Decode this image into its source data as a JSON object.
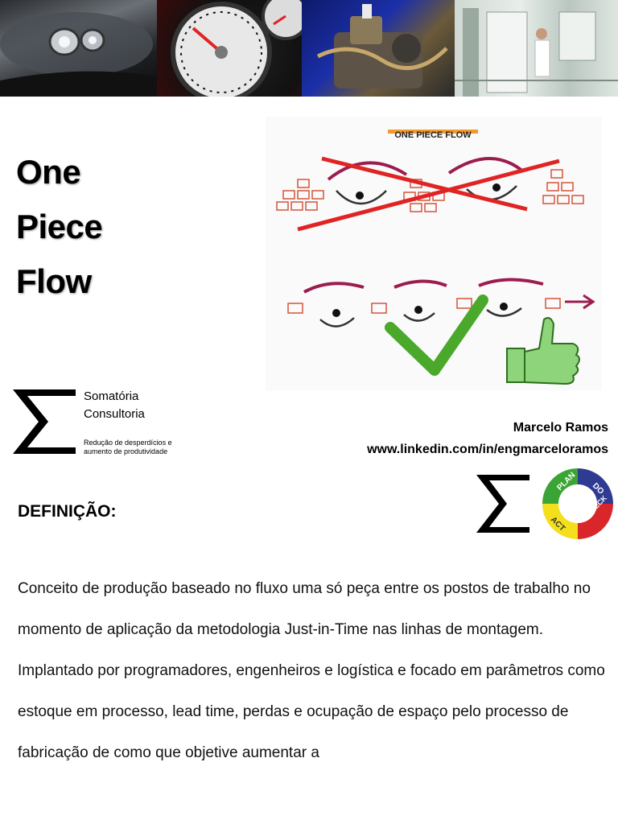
{
  "banner": {
    "photos": [
      "car-headlight-photo",
      "speedometer-photo",
      "engine-photo",
      "laboratory-photo"
    ]
  },
  "title": {
    "line1": "One",
    "line2": "Piece",
    "line3": "Flow"
  },
  "illustration": {
    "caption": "ONE PIECE FLOW"
  },
  "somatoria": {
    "name_line1": "Somatória",
    "name_line2": "Consultoria",
    "tagline_line1": "Redução de desperdícios e",
    "tagline_line2": "aumento de produtividade"
  },
  "author": {
    "name": "Marcelo Ramos",
    "url": "www.linkedin.com/in/engmarceloramos"
  },
  "definition": {
    "heading": "DEFINIÇÃO:",
    "paragraph1": "Conceito de produção baseado no fluxo uma só peça entre os postos de trabalho no momento de aplicação da metodologia Just-in-Time nas linhas de montagem.",
    "paragraph2": "Implantado por programadores, engenheiros e logística e focado em parâmetros como estoque em processo, lead time, perdas e ocupação de espaço pelo processo de fabricação de como que objetive aumentar a"
  },
  "pdca": {
    "plan": "PLAN",
    "do": "DO",
    "check": "CHECK",
    "act": "ACT",
    "colors": {
      "plan": "#3aa534",
      "do": "#2f3a93",
      "check": "#d8262b",
      "act": "#f3df1c"
    }
  },
  "colors": {
    "red_cross": "#e02424",
    "check_green": "#4aa82a",
    "arrow": "#9c1c4e"
  }
}
